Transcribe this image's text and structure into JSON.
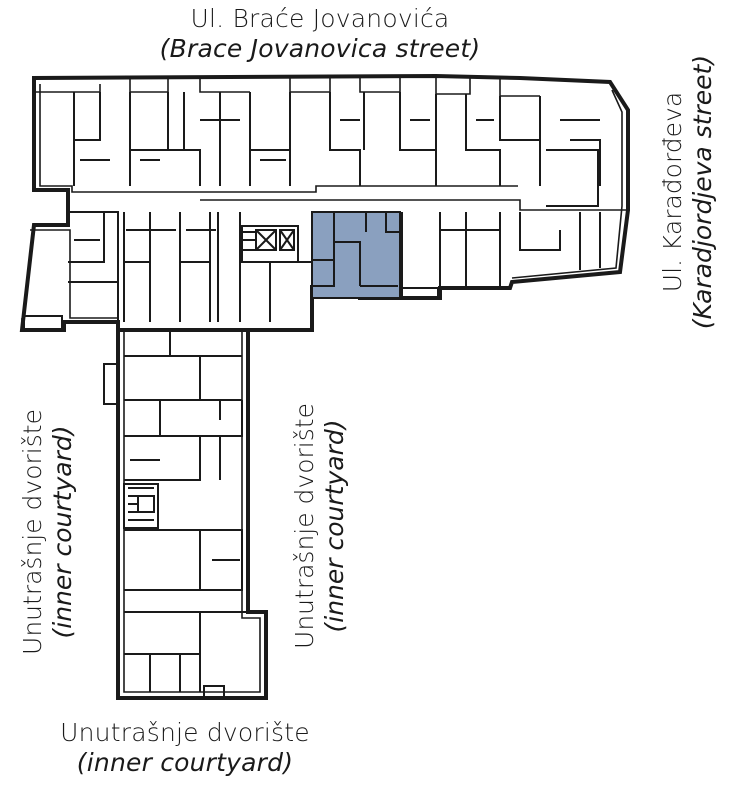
{
  "labels": {
    "top": {
      "primary": "Ul. Braće Jovanovića",
      "secondary": "(Brace Jovanovica street)"
    },
    "right": {
      "primary": "Ul. Karađorđeva",
      "secondary": "(Karadjordjeva street)"
    },
    "left_courtyard": {
      "primary": "Unutrašnje dvorište",
      "secondary": "(inner courtyard)"
    },
    "middle_courtyard": {
      "primary": "Unutrašnje dvorište",
      "secondary": "(inner courtyard)"
    },
    "bottom_courtyard": {
      "primary": "Unutrašnje dvorište",
      "secondary": "(inner courtyard)"
    }
  },
  "colors": {
    "wall": "#1a1a1a",
    "highlight_unit": "#8aa0bf",
    "background": "#ffffff"
  }
}
